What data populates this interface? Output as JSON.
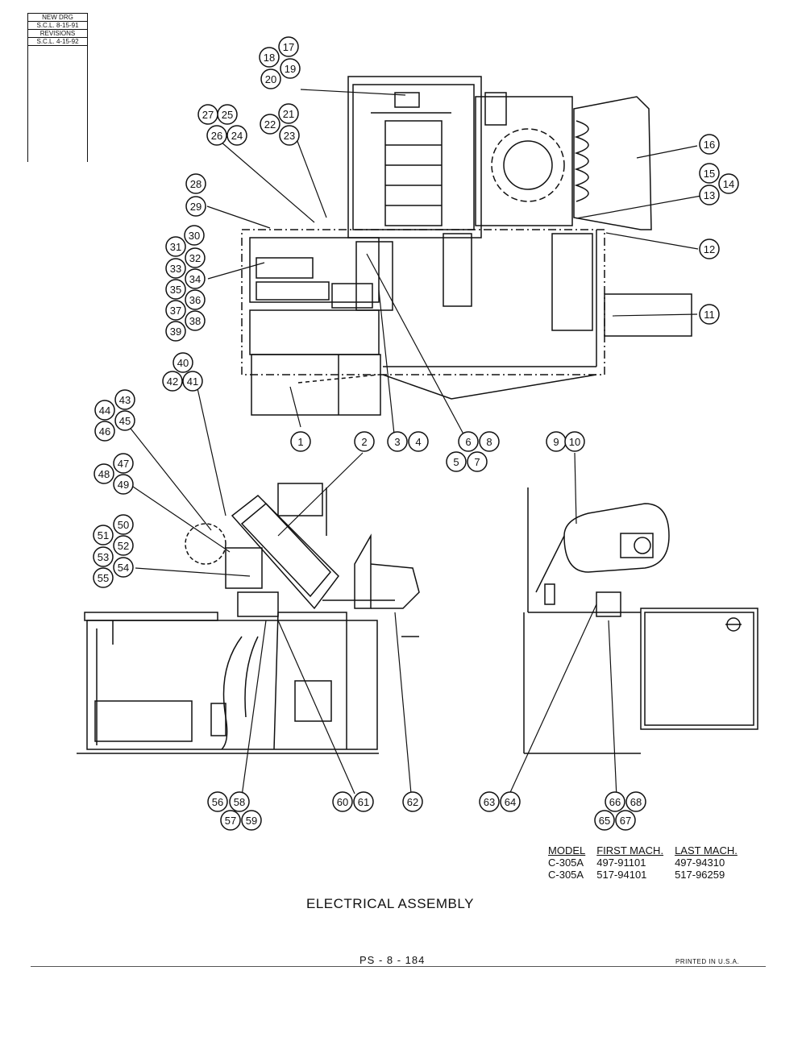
{
  "revision_block": {
    "rows": [
      "NEW DRG",
      "S.C.L. 8-15-91",
      "REVISIONS",
      "S.C.L. 4-15-92"
    ]
  },
  "callouts": [
    "1",
    "2",
    "3",
    "4",
    "5",
    "6",
    "7",
    "8",
    "9",
    "10",
    "11",
    "12",
    "13",
    "14",
    "15",
    "16",
    "17",
    "18",
    "19",
    "20",
    "21",
    "22",
    "23",
    "24",
    "25",
    "26",
    "27",
    "28",
    "29",
    "30",
    "31",
    "32",
    "33",
    "34",
    "35",
    "36",
    "37",
    "38",
    "39",
    "40",
    "41",
    "42",
    "43",
    "44",
    "45",
    "46",
    "47",
    "48",
    "49",
    "50",
    "51",
    "52",
    "53",
    "54",
    "55",
    "56",
    "57",
    "58",
    "59",
    "60",
    "61",
    "62",
    "63",
    "64",
    "65",
    "66",
    "67",
    "68"
  ],
  "model_table": {
    "headers": [
      "MODEL",
      "FIRST MACH.",
      "LAST MACH."
    ],
    "rows": [
      [
        "C-305A",
        "497-91101",
        "497-94310"
      ],
      [
        "C-305A",
        "517-94101",
        "517-96259"
      ]
    ]
  },
  "title": "ELECTRICAL ASSEMBLY",
  "page_number": "PS - 8 - 184",
  "printed_note": "PRINTED IN U.S.A."
}
